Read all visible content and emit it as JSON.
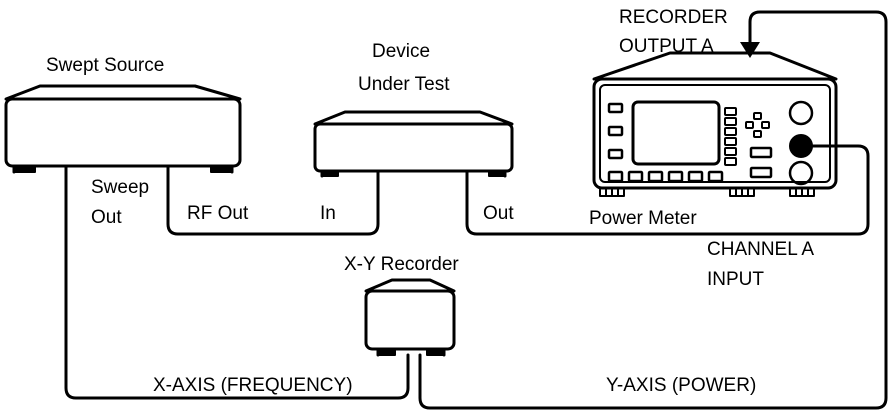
{
  "labels": {
    "swept_source": "Swept Source",
    "dut_line1": "Device",
    "dut_line2": "Under Test",
    "recorder_output_line1": "RECORDER",
    "recorder_output_line2": "OUTPUT A",
    "sweep_out_line1": "Sweep",
    "sweep_out_line2": "Out",
    "rf_out": "RF Out",
    "in": "In",
    "out": "Out",
    "power_meter": "Power Meter",
    "channel_a_line1": "CHANNEL A",
    "channel_a_line2": "INPUT",
    "xy_recorder": "X-Y Recorder",
    "x_axis": "X-AXIS (FREQUENCY)",
    "y_axis": "Y-AXIS (POWER)"
  }
}
